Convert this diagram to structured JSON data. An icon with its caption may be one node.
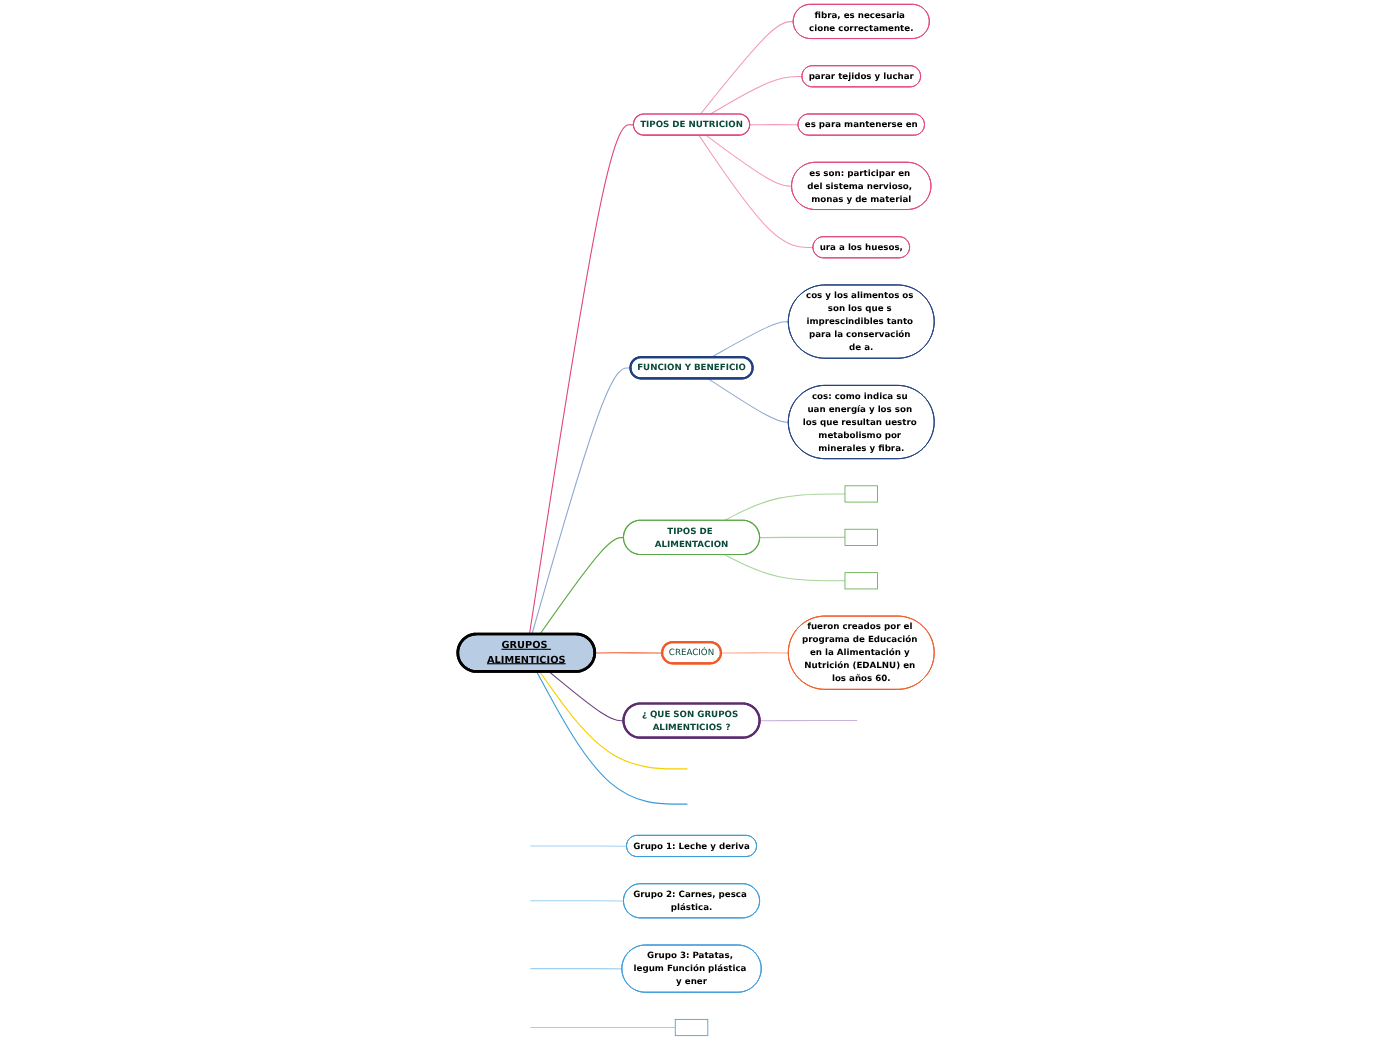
{
  "diagram": {
    "nodes": [
      {
        "text": [
          "GRUPOS ALIMENTICIOS"
        ]
      },
      {
        "text": [
          "TIPOS DE NUTRICION"
        ]
      },
      {
        "text": [
          "fibra, es necesaria cione correctamente."
        ]
      },
      {
        "text": [
          "parar tejidos y luchar"
        ]
      },
      {
        "text": [
          "es para mantenerse en"
        ]
      },
      {
        "text": [
          "es son: participar en del sistema nervioso, monas y de material"
        ]
      },
      {
        "text": [
          "ura a los huesos,"
        ]
      },
      {
        "text": [
          "FUNCION Y BENEFICIO"
        ]
      },
      {
        "text": [
          "cos y los alimentos os son los que s imprescindibles tanto para la conservación de a."
        ]
      },
      {
        "text": [
          "cos: como indica su uan energía y los son los que resultan uestro metabolismo por minerales y fibra."
        ]
      },
      {
        "text": [
          "TIPOS DE ALIMENTACION"
        ]
      },
      {
        "text": [],
        "shape": "box"
      },
      {
        "text": [],
        "shape": "box"
      },
      {
        "text": [],
        "shape": "box"
      },
      {
        "text": [
          "CREACIÓN"
        ]
      },
      {
        "text": [
          "fueron creados por el programa de Educación en la Alimentación y Nutrición (EDALNU) en los años 60."
        ]
      },
      {
        "text": [
          "¿ QUE SON GRUPOS ALIMENTICIOS ?"
        ]
      },
      {
        "text": [
          "Grupo 1: Leche y deriva"
        ]
      },
      {
        "text": [
          "Grupo 2: Carnes, pesca plástica."
        ]
      },
      {
        "text": [
          "Grupo 3: Patatas, legum Función plástica y ener"
        ]
      },
      {
        "text": [],
        "shape": "box"
      }
    ],
    "edges": [
      {
        "from": 0,
        "to": 1,
        "arrow": "none",
        "color": "#e0457b"
      },
      {
        "from": 1,
        "to": 2,
        "arrow": "none",
        "color": "#f49ab8"
      },
      {
        "from": 1,
        "to": 3,
        "arrow": "none",
        "color": "#f49ab8"
      },
      {
        "from": 1,
        "to": 4,
        "arrow": "none",
        "color": "#f49ab8"
      },
      {
        "from": 1,
        "to": 5,
        "arrow": "none",
        "color": "#f49ab8"
      },
      {
        "from": 1,
        "to": 6,
        "arrow": "none",
        "color": "#f49ab8"
      },
      {
        "from": 0,
        "to": 7,
        "arrow": "none",
        "color": "#8fa8d0"
      },
      {
        "from": 7,
        "to": 8,
        "arrow": "none",
        "color": "#8fa8d0"
      },
      {
        "from": 7,
        "to": 9,
        "arrow": "none",
        "color": "#8fa8d0"
      },
      {
        "from": 0,
        "to": 10,
        "arrow": "none",
        "color": "#5aa845"
      },
      {
        "from": 10,
        "to": 11,
        "arrow": "none",
        "color": "#a8d49a"
      },
      {
        "from": 10,
        "to": 12,
        "arrow": "none",
        "color": "#a8d49a"
      },
      {
        "from": 10,
        "to": 13,
        "arrow": "none",
        "color": "#a8d49a"
      },
      {
        "from": 0,
        "to": 14,
        "arrow": "none",
        "color": "#f05a28"
      },
      {
        "from": 14,
        "to": 15,
        "arrow": "none",
        "color": "#f9a98a"
      },
      {
        "from": 0,
        "to": 16,
        "arrow": "none",
        "color": "#6b3d80"
      },
      {
        "from": 16,
        "to": null,
        "arrow": "none",
        "color": "#c9b3d6"
      },
      {
        "from": 0,
        "to": null,
        "arrow": "none",
        "color": "#f5d000"
      },
      {
        "from": 0,
        "to": null,
        "arrow": "none",
        "color": "#3a9ad9"
      },
      {
        "from": null,
        "to": 17,
        "arrow": "none",
        "color": "#9fd0f2"
      },
      {
        "from": null,
        "to": 18,
        "arrow": "none",
        "color": "#9fd0f2"
      },
      {
        "from": null,
        "to": 19,
        "arrow": "none",
        "color": "#9fd0f2"
      },
      {
        "from": null,
        "to": 20,
        "arrow": "none",
        "color": "#9fd0f2"
      }
    ]
  }
}
